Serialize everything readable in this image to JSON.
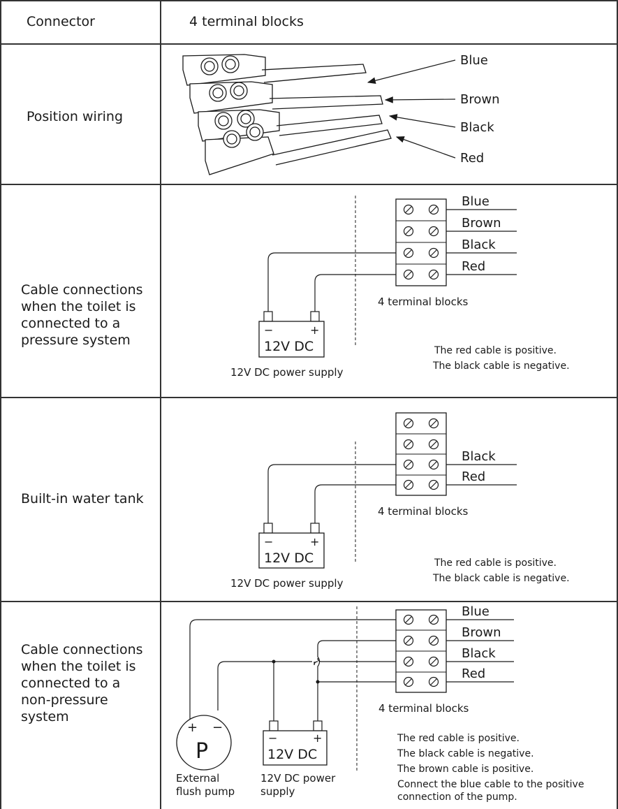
{
  "rows": [
    {
      "label": "Connector",
      "value": "4 terminal blocks"
    },
    {
      "label": "Position wiring"
    },
    {
      "label": "Cable connections when the toilet is connected to a pressure system"
    },
    {
      "label": "Built-in water tank"
    },
    {
      "label": "Cable connections when the toilet is connected to a non-pressure system"
    }
  ],
  "wire_colors": {
    "blue": "Blue",
    "brown": "Brown",
    "black": "Black",
    "red": "Red"
  },
  "terminal_caption": "4 terminal blocks",
  "power": {
    "minus": "−",
    "plus": "+",
    "label": "12V DC",
    "caption": "12V DC power supply",
    "caption_l1": "12V DC power",
    "caption_l2": "supply"
  },
  "pump": {
    "symbol": "P",
    "plus": "+",
    "minus": "−",
    "caption_l1": "External",
    "caption_l2": "flush pump"
  },
  "notes": {
    "red_positive": "The red cable is positive.",
    "black_negative": "The black cable is negative.",
    "brown_positive": "The brown cable is positive.",
    "blue_to_pump_l1": "Connect the blue cable to the positive",
    "blue_to_pump_l2": "connection of the pump."
  }
}
